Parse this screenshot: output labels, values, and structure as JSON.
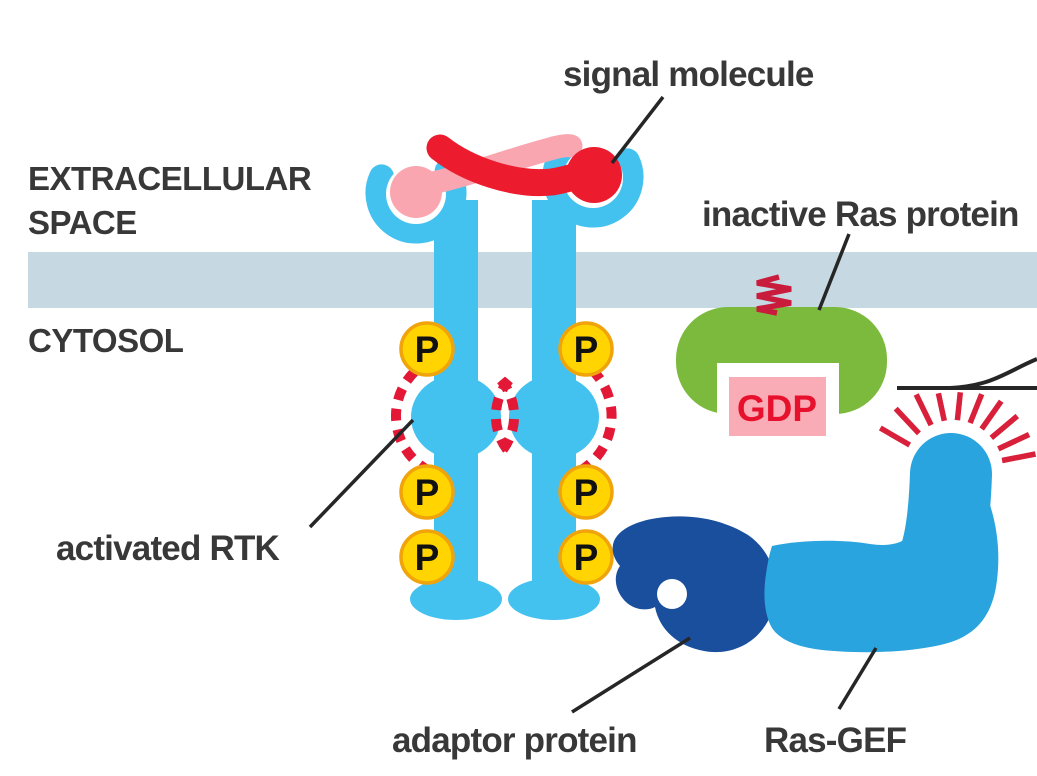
{
  "diagram": {
    "region_labels": {
      "extracellular_line1": "EXTRACELLULAR",
      "extracellular_line2": "SPACE",
      "cytosol": "CYTOSOL"
    },
    "annotations": {
      "signal_molecule": "signal molecule",
      "inactive_ras": "inactive Ras protein",
      "activated_rtk": "activated RTK",
      "adaptor_protein": "adaptor protein",
      "ras_gef": "Ras-GEF"
    },
    "molecule_labels": {
      "phosphate": "P",
      "gdp": "GDP"
    },
    "colors": {
      "membrane": "#c6d9e2",
      "receptor_blue": "#44c2ef",
      "ras_gef_blue": "#2aa4de",
      "adaptor_navy": "#1a4f9e",
      "ras_green": "#7cba3e",
      "phosphate_yellow": "#ffd400",
      "phosphate_border": "#f0a30a",
      "signal_red": "#ec1b2e",
      "ligand_pink": "#f9a6b0",
      "gdp_box_pink": "#f9acb5",
      "gdp_text_red": "#e8112d",
      "dash_red": "#e31837",
      "burst_red": "#d8203a",
      "spring_red": "#c91c3c",
      "label_gray": "#383838",
      "line_black": "#262626",
      "white": "#ffffff"
    }
  }
}
